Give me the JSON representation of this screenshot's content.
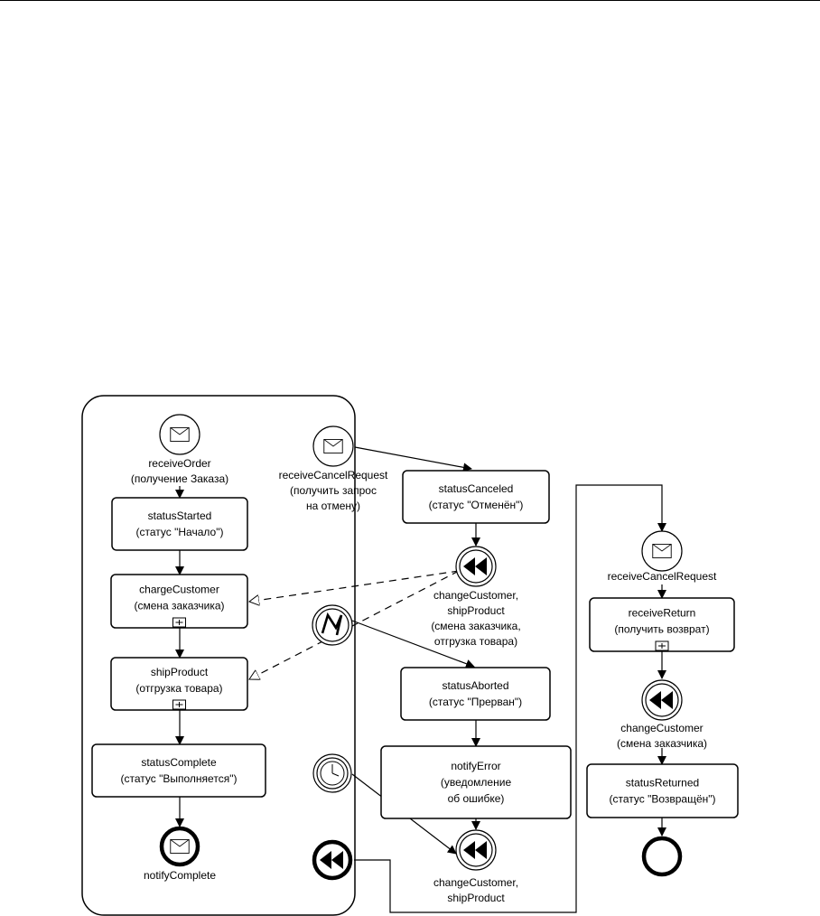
{
  "diagram": {
    "tasks": [
      {
        "id": "statusStarted",
        "lines": [
          "statusStarted",
          "(статус \"Начало\")"
        ]
      },
      {
        "id": "chargeCustomer",
        "lines": [
          "chargeCustomer",
          "(смена заказчика)"
        ]
      },
      {
        "id": "shipProduct",
        "lines": [
          "shipProduct",
          "(отгрузка товара)"
        ]
      },
      {
        "id": "statusComplete",
        "lines": [
          "statusComplete",
          "(статус \"Выполняется\")"
        ]
      },
      {
        "id": "statusCanceled",
        "lines": [
          "statusCanceled",
          "(статус \"Отменён\")"
        ]
      },
      {
        "id": "statusAborted",
        "lines": [
          "statusAborted",
          "(статус \"Прерван\")"
        ]
      },
      {
        "id": "notifyError",
        "lines": [
          "notifyError",
          "(уведомление",
          "об ошибке)"
        ]
      },
      {
        "id": "receiveReturn",
        "lines": [
          "receiveReturn",
          "(получить возврат)"
        ]
      },
      {
        "id": "statusReturned",
        "lines": [
          "statusReturned",
          "(статус \"Возвращён\")"
        ]
      }
    ],
    "events": [
      {
        "id": "receiveOrder",
        "icon": "envelope-icon",
        "lines": [
          "receiveOrder",
          "(получение Заказа)"
        ]
      },
      {
        "id": "notifyComplete",
        "icon": "envelope-icon",
        "lines": [
          "notifyComplete"
        ]
      },
      {
        "id": "receiveCancelRequest",
        "icon": "envelope-icon",
        "lines": [
          "receiveCancelRequest",
          "(получить запрос",
          "на отмену)"
        ]
      },
      {
        "id": "error",
        "icon": "lightning-icon",
        "lines": []
      },
      {
        "id": "timer",
        "icon": "clock-icon",
        "lines": []
      },
      {
        "id": "compensation",
        "icon": "rewind-icon",
        "lines": []
      },
      {
        "id": "compensateCancel",
        "icon": "rewind-icon",
        "lines": [
          "changeCustomer,",
          "shipProduct",
          "(смена заказчика,",
          "отгрузка товара)"
        ]
      },
      {
        "id": "compensateError",
        "icon": "rewind-icon",
        "lines": [
          "changeCustomer,",
          "shipProduct"
        ]
      },
      {
        "id": "receiveCancelRequest2",
        "icon": "envelope-icon",
        "lines": [
          "receiveCancelRequest"
        ]
      },
      {
        "id": "compensateReturn",
        "icon": "rewind-icon",
        "lines": [
          "changeCustomer",
          "(смена заказчика)"
        ]
      },
      {
        "id": "endEvent",
        "icon": "end-circle-icon",
        "lines": []
      }
    ]
  }
}
